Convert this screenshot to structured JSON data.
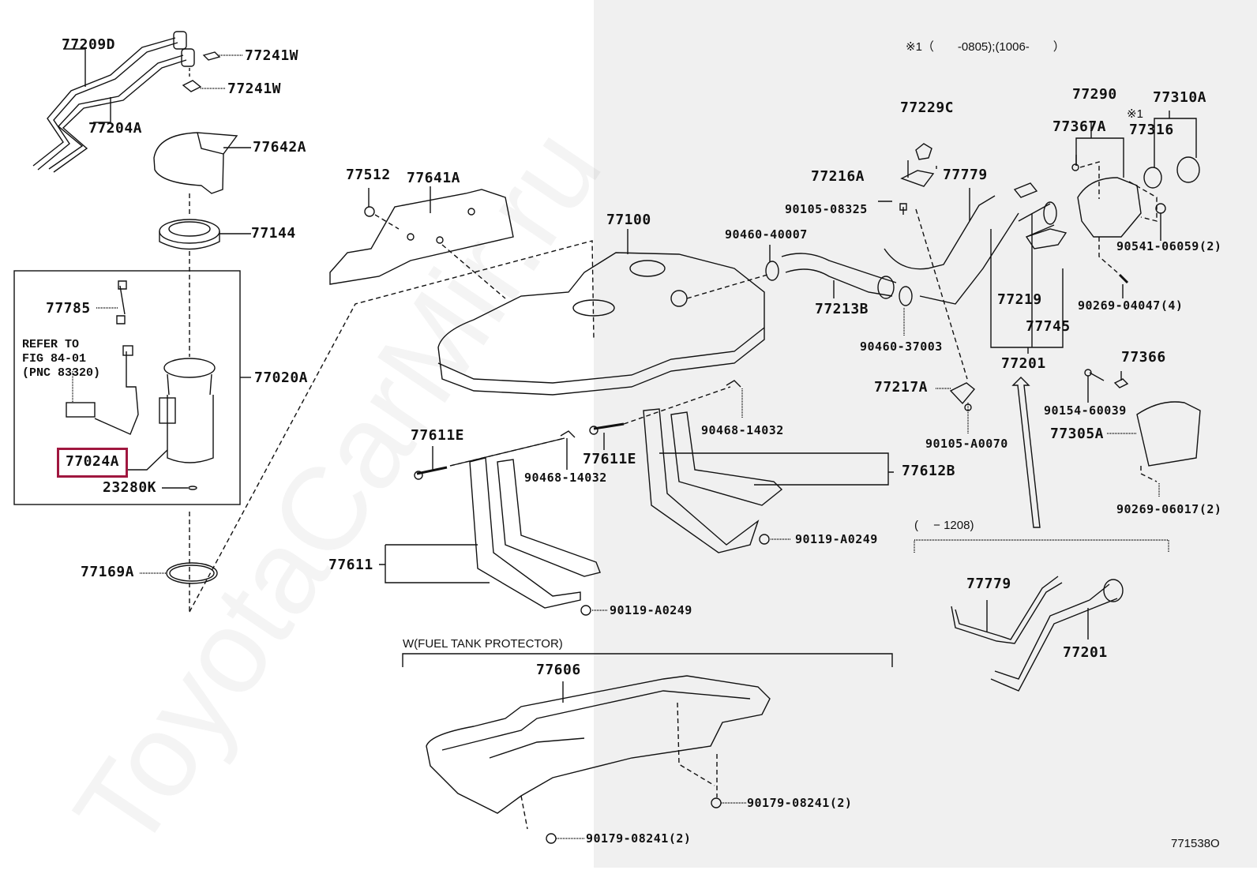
{
  "diagram": {
    "title_note": "※1（　　-0805);(1006-　　）",
    "figure_number": "771538O",
    "watermark": "ToyotaCarMir.ru",
    "highlight_color": "#a0173f",
    "background_left": "#ffffff",
    "background_right": "#f0f0f0",
    "refer_note": "REFER TO\nFIG 84-01\n(PNC 83320)",
    "protector_section_label": "W(FUEL TANK PROTECTOR)",
    "filler_pipe_section_label": "(　 − 1208)",
    "highlighted_part": "77024A",
    "parts": {
      "p77209D": "77209D",
      "p77241W_a": "77241W",
      "p77241W_b": "77241W",
      "p77204A": "77204A",
      "p77642A": "77642A",
      "p77144": "77144",
      "p77785": "77785",
      "p77020A": "77020A",
      "p77024A": "77024A",
      "p23280K": "23280K",
      "p77169A": "77169A",
      "p77512": "77512",
      "p77641A": "77641A",
      "p77100": "77100",
      "p90460_40007": "90460-40007",
      "p77213B": "77213B",
      "p90460_37003": "90460-37003",
      "p77229C": "77229C",
      "p77216A": "77216A",
      "p90105_08325": "90105-08325",
      "p77779_a": "77779",
      "p77290": "77290",
      "p77367A": "77367A",
      "p77310A": "77310A",
      "p77316_mark": "※1",
      "p77316": "77316",
      "p90541_06059": "90541-06059(2)",
      "p90269_04047": "90269-04047(4)",
      "p77219": "77219",
      "p77745": "77745",
      "p77201_a": "77201",
      "p77217A": "77217A",
      "p90105_A0070": "90105-A0070",
      "p77366": "77366",
      "p90154_60039": "90154-60039",
      "p77305A": "77305A",
      "p90269_06017": "90269-06017(2)",
      "p77611E_a": "77611E",
      "p90468_14032_a": "90468-14032",
      "p77611E_b": "77611E",
      "p90468_14032_b": "90468-14032",
      "p77612B": "77612B",
      "p77611": "77611",
      "p90119_A0249_a": "90119-A0249",
      "p90119_A0249_b": "90119-A0249",
      "p77779_b": "77779",
      "p77201_b": "77201",
      "p77606": "77606",
      "p90179_08241_a": "90179-08241(2)",
      "p90179_08241_b": "90179-08241(2)"
    }
  }
}
